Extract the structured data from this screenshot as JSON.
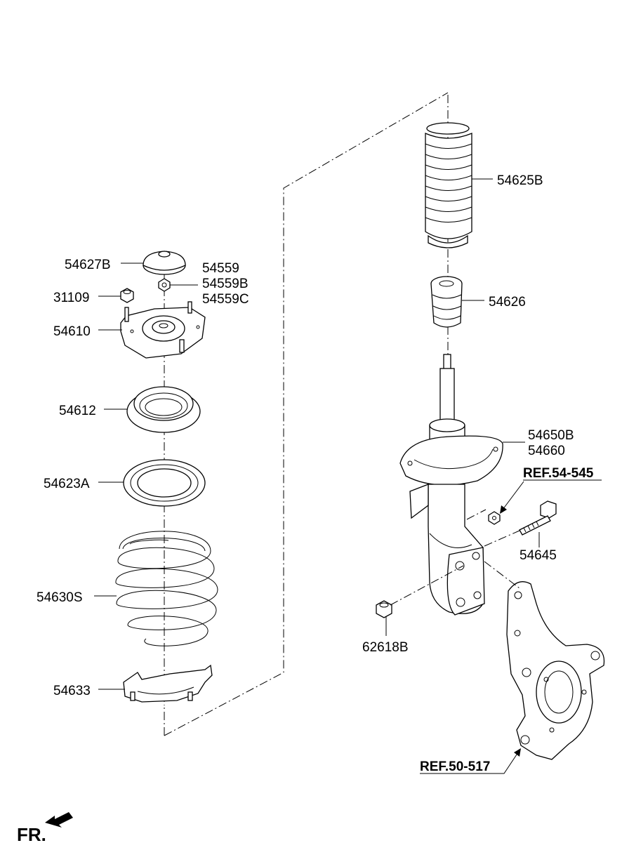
{
  "labels": {
    "p54627B": "54627B",
    "p54559": "54559",
    "p54559B": "54559B",
    "p54559C": "54559C",
    "p31109": "31109",
    "p54610": "54610",
    "p54612": "54612",
    "p54623A": "54623A",
    "p54630S": "54630S",
    "p54633": "54633",
    "p54625B": "54625B",
    "p54626": "54626",
    "p54650B": "54650B",
    "p54660": "54660",
    "p54645": "54645",
    "p62618B": "62618B"
  },
  "refs": {
    "ref_54_545": "REF.54-545",
    "ref_50_517": "REF.50-517"
  },
  "fr": "FR."
}
